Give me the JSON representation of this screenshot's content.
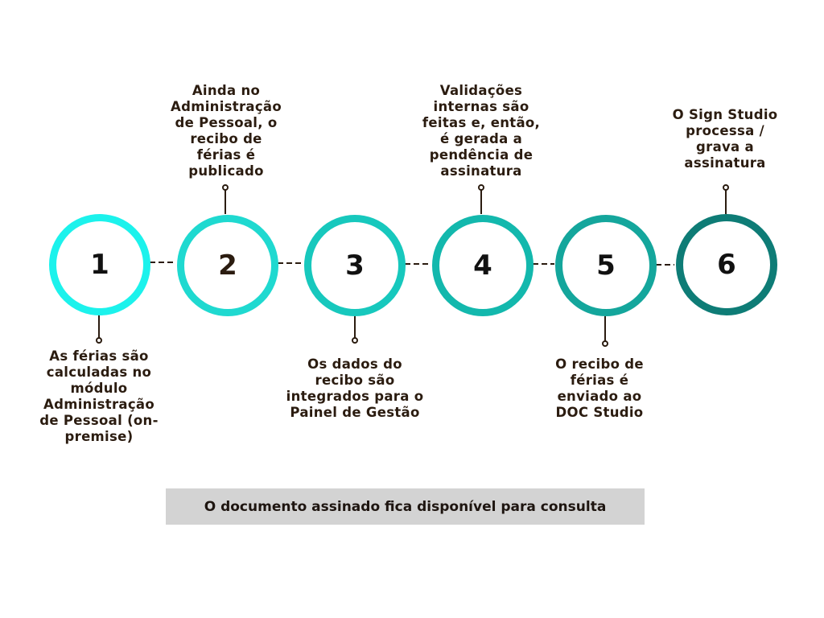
{
  "steps": [
    {
      "number": "1",
      "color": "#1cf2ec",
      "text_position": "below",
      "lines": [
        "As férias são",
        "calculadas no",
        "módulo",
        "Administração",
        "de Pessoal (on-",
        "premise)"
      ]
    },
    {
      "number": "2",
      "color": "#1fd9d0",
      "text_position": "above",
      "lines": [
        "Ainda no",
        "Administração",
        "de Pessoal, o",
        "recibo de",
        "férias é",
        "publicado"
      ]
    },
    {
      "number": "3",
      "color": "#17c8bd",
      "text_position": "below",
      "lines": [
        "Os dados do",
        "recibo são",
        "integrados para o",
        "Painel de Gestão"
      ]
    },
    {
      "number": "4",
      "color": "#13b8ad",
      "text_position": "above",
      "lines": [
        "Validações",
        "internas são",
        "feitas e, então,",
        "é gerada a",
        "pendência de",
        "assinatura"
      ]
    },
    {
      "number": "5",
      "color": "#14a69c",
      "text_position": "below",
      "lines": [
        "O recibo de",
        "férias é",
        "enviado ao",
        "DOC Studio"
      ]
    },
    {
      "number": "6",
      "color": "#0e7c76",
      "text_position": "above",
      "lines": [
        "O Sign Studio",
        "processa /",
        "grava a",
        "assinatura"
      ]
    }
  ],
  "footer": {
    "text": "O documento assinado fica disponível para consulta"
  }
}
